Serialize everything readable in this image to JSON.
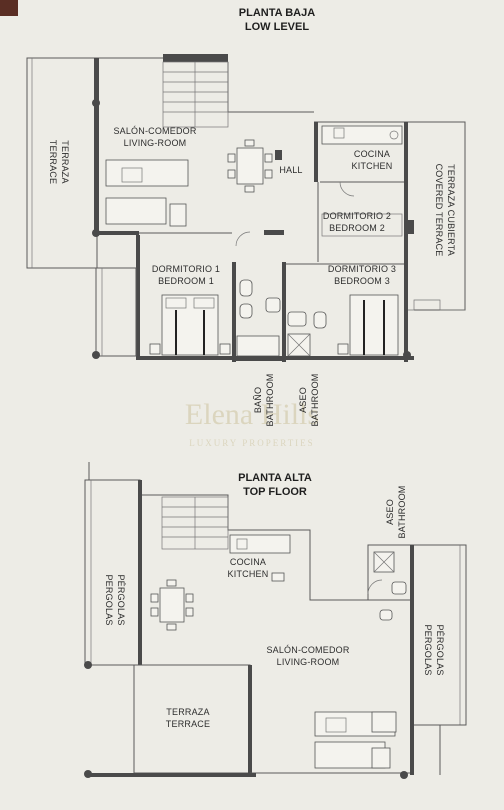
{
  "low_level": {
    "title_es": "PLANTA BAJA",
    "title_en": "LOW LEVEL",
    "rooms": {
      "terraza_es": "TERRAZA",
      "terraza_en": "TERRACE",
      "salon_es": "SALÓN-COMEDOR",
      "salon_en": "LIVING-ROOM",
      "hall": "HALL",
      "cocina_es": "COCINA",
      "cocina_en": "KITCHEN",
      "terraza_cubierta_es": "TERRAZA CUBIERTA",
      "terraza_cubierta_en": "COVERED TERRACE",
      "dormitorio2_es": "DORMITORIO 2",
      "dormitorio2_en": "BEDROOM 2",
      "dormitorio1_es": "DORMITORIO 1",
      "dormitorio1_en": "BEDROOM 1",
      "dormitorio3_es": "DORMITORIO 3",
      "dormitorio3_en": "BEDROOM 3",
      "bano_es": "BAÑO",
      "bano_en": "BATHROOM",
      "aseo_es": "ASEO",
      "aseo_en": "BATHROOM"
    }
  },
  "top_floor": {
    "title_es": "PLANTA ALTA",
    "title_en": "TOP FLOOR",
    "rooms": {
      "pergolas_left_es": "PÉRGOLAS",
      "pergolas_left_en": "PERGOLAS",
      "cocina_es": "COCINA",
      "cocina_en": "KITCHEN",
      "aseo_es": "ASEO",
      "aseo_en": "BATHROOM",
      "pergolas_right_es": "PÉRGOLAS",
      "pergolas_right_en": "PERGOLAS",
      "salon_es": "SALÓN-COMEDOR",
      "salon_en": "LIVING-ROOM",
      "terraza_es": "TERRAZA",
      "terraza_en": "TERRACE"
    }
  },
  "watermark": {
    "brand": "Elena Hills",
    "tagline": "LUXURY PROPERTIES"
  },
  "colors": {
    "background": "#edece6",
    "wall": "#4a4a4a",
    "text": "#2d2d2d",
    "accent_bar": "#5a2e24"
  }
}
